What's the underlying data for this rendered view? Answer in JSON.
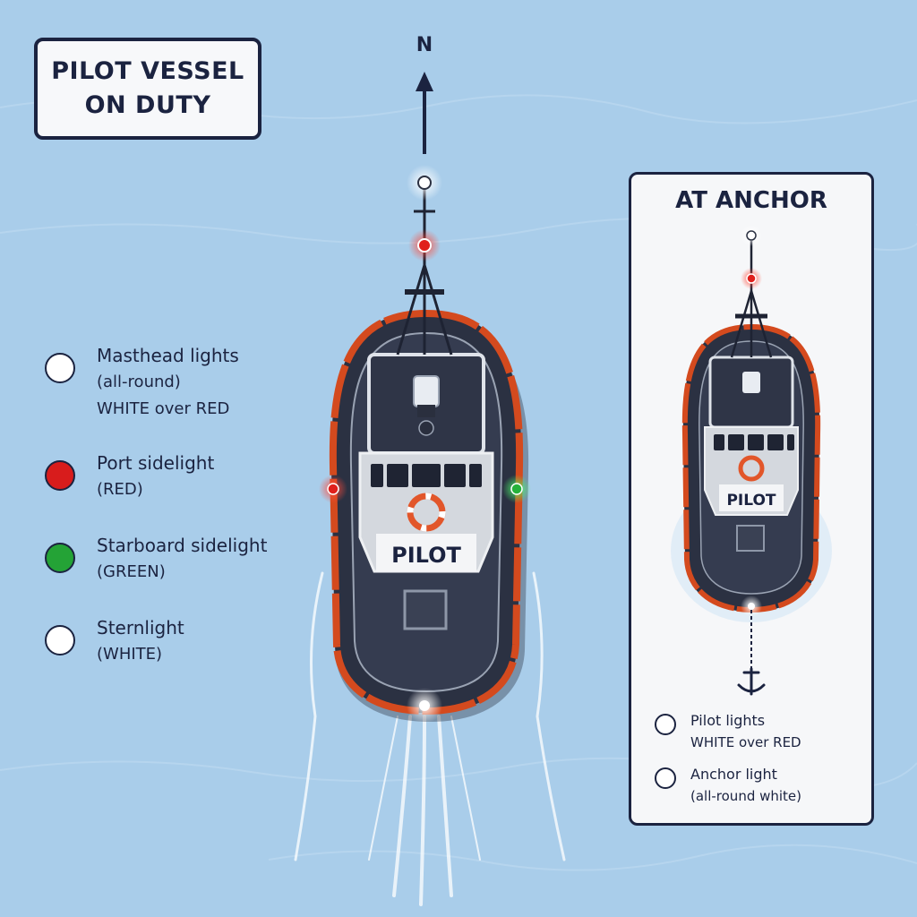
{
  "title": {
    "line1": "PILOT VESSEL",
    "line2": "ON DUTY"
  },
  "north": {
    "label": "N"
  },
  "boat": {
    "label": "PILOT"
  },
  "legend": [
    {
      "name": "Masthead lights",
      "detail1": "(all-round)",
      "detail2": "WHITE over RED",
      "color": "#ffffff"
    },
    {
      "name": "Port sidelight",
      "detail1": "(RED)",
      "detail2": "",
      "color": "#d81c1c"
    },
    {
      "name": "Starboard sidelight",
      "detail1": "(GREEN)",
      "detail2": "",
      "color": "#24a336"
    },
    {
      "name": "Sternlight",
      "detail1": "(WHITE)",
      "detail2": "",
      "color": "#ffffff"
    }
  ],
  "anchor_panel": {
    "title": "AT ANCHOR",
    "boat_label": "PILOT",
    "items": [
      {
        "name": "Pilot lights",
        "detail": "WHITE over RED"
      },
      {
        "name": "Anchor light",
        "detail": "(all-round white)"
      }
    ]
  },
  "colors": {
    "water": "#a9cdea",
    "hull": "#2b3142",
    "fender": "#d44a1e",
    "ink": "#1b2340",
    "red_light": "#e0201c",
    "green_light": "#26b23b",
    "white_light": "#ffffff"
  },
  "icons": [
    "north-arrow-icon",
    "anchor-icon",
    "life-ring-icon"
  ]
}
